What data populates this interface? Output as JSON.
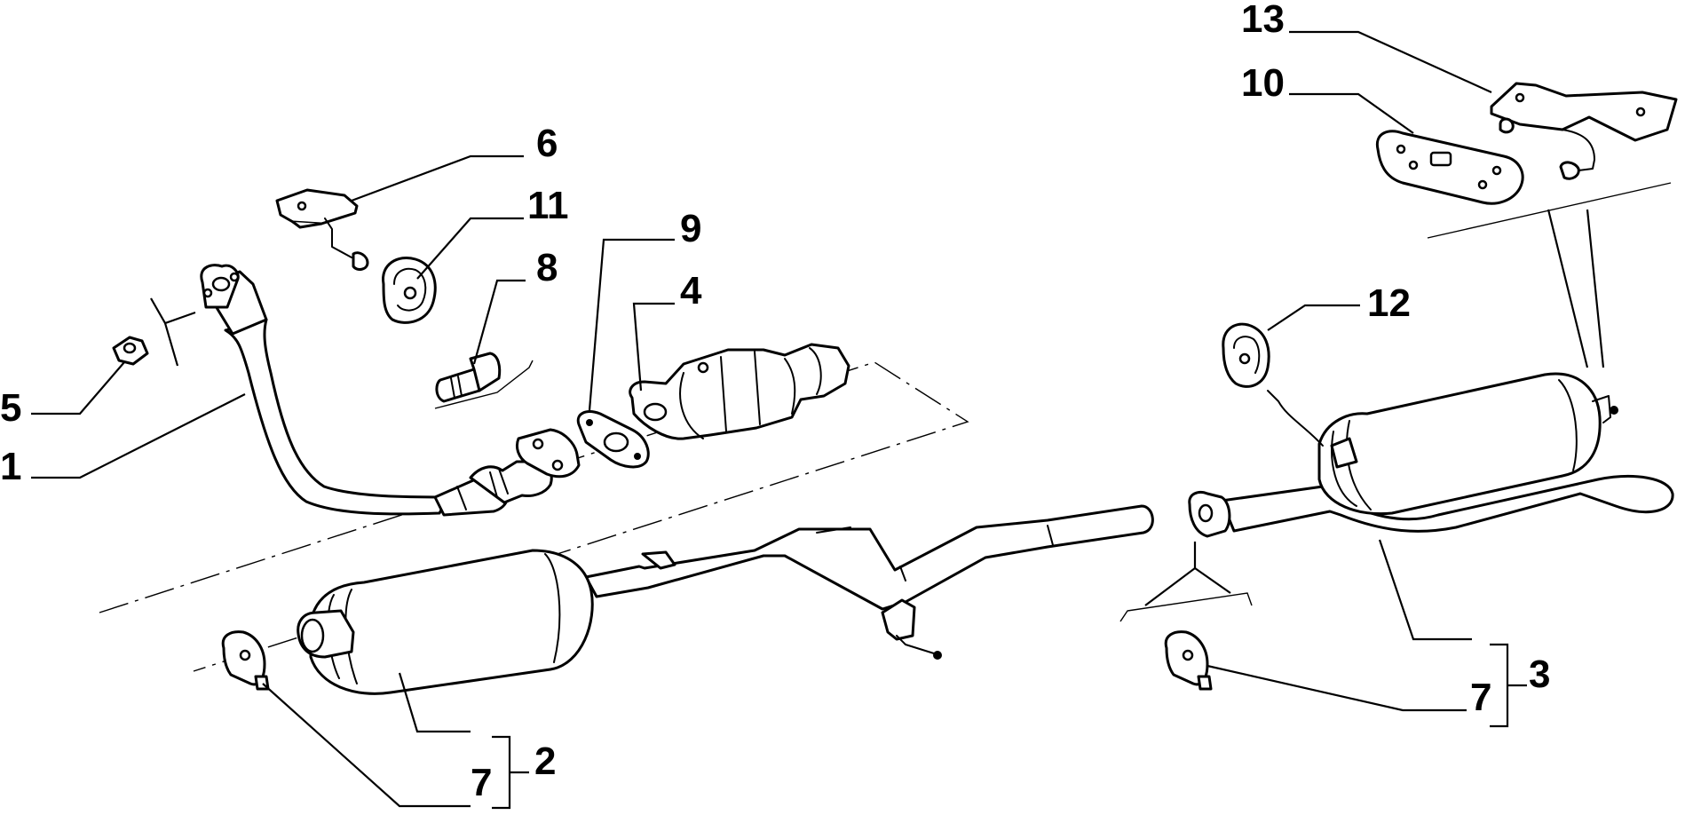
{
  "diagram": {
    "callouts": [
      {
        "id": "c13",
        "text": "13"
      },
      {
        "id": "c10",
        "text": "10"
      },
      {
        "id": "c6",
        "text": "6"
      },
      {
        "id": "c11",
        "text": "11"
      },
      {
        "id": "c9",
        "text": "9"
      },
      {
        "id": "c8",
        "text": "8"
      },
      {
        "id": "c4",
        "text": "4"
      },
      {
        "id": "c12",
        "text": "12"
      },
      {
        "id": "c5",
        "text": "5"
      },
      {
        "id": "c1",
        "text": "1"
      },
      {
        "id": "c7a",
        "text": "7"
      },
      {
        "id": "c2",
        "text": "2"
      },
      {
        "id": "c7b",
        "text": "7"
      },
      {
        "id": "c3",
        "text": "3"
      }
    ]
  }
}
